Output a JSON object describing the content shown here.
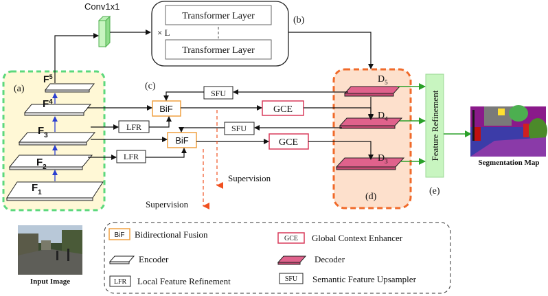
{
  "top": {
    "conv_label": "Conv1x1",
    "transformer_layer_1": "Transformer Layer",
    "transformer_layer_2": "Transformer Layer",
    "repeat_label": "× L",
    "tag_b": "(b)"
  },
  "encoder": {
    "tag_a": "(a)",
    "stages": [
      {
        "main": "F",
        "sub": "1"
      },
      {
        "main": "F",
        "sub": "2"
      },
      {
        "main": "F",
        "sub": "3"
      },
      {
        "main": "F",
        "sub": "4"
      },
      {
        "main": "F",
        "sub": "5"
      }
    ]
  },
  "middle": {
    "tag_c": "(c)",
    "bif_1": "BiF",
    "bif_2": "BiF",
    "lfr_1": "LFR",
    "lfr_2": "LFR",
    "sfu_1": "SFU",
    "sfu_2": "SFU",
    "gce_1": "GCE",
    "gce_2": "GCE",
    "supervision_1": "Supervision",
    "supervision_2": "Supervision"
  },
  "decoder": {
    "tag_d": "(d)",
    "stages": [
      {
        "main": "D",
        "sub": "5"
      },
      {
        "main": "D",
        "sub": "4"
      },
      {
        "main": "D",
        "sub": "3"
      }
    ]
  },
  "refinement": {
    "label": "Feature Refinement",
    "tag_e": "(e)"
  },
  "images": {
    "segmentation_caption": "Segmentation Map",
    "input_caption": "Input Image"
  },
  "legend": {
    "bif_icon": "BiF",
    "bif_text": "Bidirectional Fusion",
    "encoder_text": "Encoder",
    "lfr_icon": "LFR",
    "lfr_text": "Local Feature Refinement",
    "gce_icon": "GCE",
    "gce_text": "Global Context Enhancer",
    "decoder_text": "Decoder",
    "sfu_icon": "SFU",
    "sfu_text": "Semantic Feature Upsampler"
  },
  "colors": {
    "encoder_fill": "#fff8d6",
    "encoder_border": "#5cd87c",
    "decoder_fill": "#fde0cc",
    "decoder_border": "#f06a2a",
    "decoder_plane": "#e0628c",
    "refine_fill": "#c8f5c0",
    "bif_border": "#f0a040",
    "gce_border": "#d83a5a",
    "arrow_green": "#2aa028",
    "arrow_blue": "#2b3fd0",
    "supervision_red": "#f05020"
  }
}
